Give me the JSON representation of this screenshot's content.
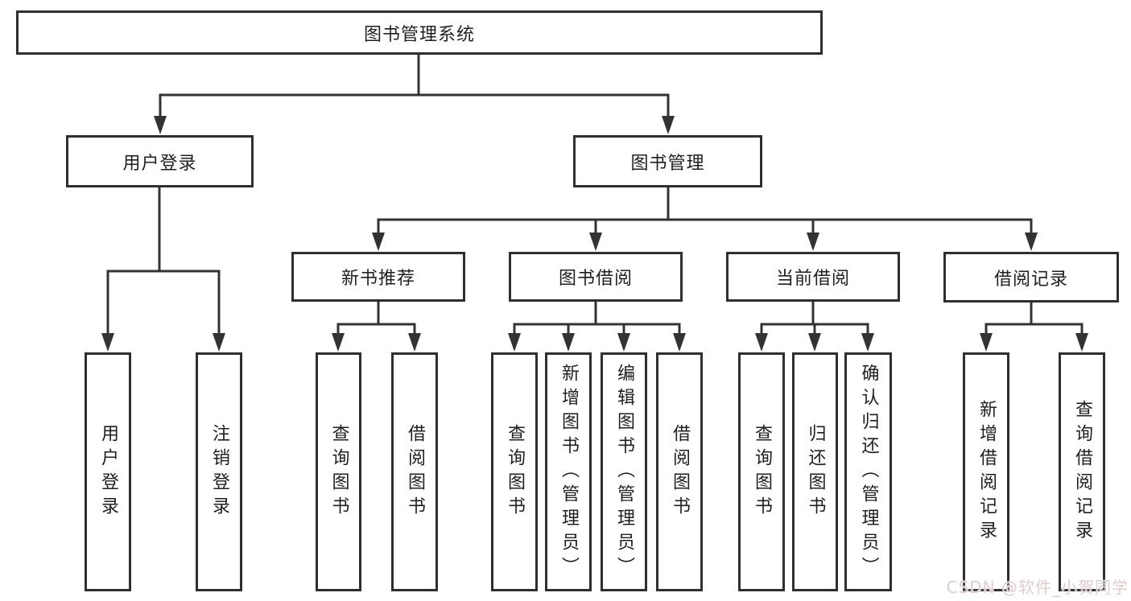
{
  "tree": {
    "root": {
      "label": "图书管理系统"
    },
    "user_login": {
      "label": "用户登录",
      "children": [
        {
          "label": "用户登录"
        },
        {
          "label": "注销登录"
        }
      ]
    },
    "book_mgmt": {
      "label": "图书管理"
    },
    "new_books": {
      "label": "新书推荐",
      "children": [
        {
          "label": "查询图书"
        },
        {
          "label": "借阅图书"
        }
      ]
    },
    "book_borrow": {
      "label": "图书借阅",
      "children": [
        {
          "label": "查询图书"
        },
        {
          "label": "新增图书（管理员）"
        },
        {
          "label": "编辑图书（管理员）"
        },
        {
          "label": "借阅图书"
        }
      ]
    },
    "current_borrow": {
      "label": "当前借阅",
      "children": [
        {
          "label": "查询图书"
        },
        {
          "label": "归还图书"
        },
        {
          "label": "确认归还（管理员）"
        }
      ]
    },
    "borrow_records": {
      "label": "借阅记录",
      "children": [
        {
          "label": "新增借阅记录"
        },
        {
          "label": "查询借阅记录"
        }
      ]
    }
  },
  "watermark": "CSDN @软件_小贺同学",
  "colors": {
    "line": "#333333",
    "box_border": "#2f2f2f",
    "text": "#1f1f1f",
    "watermark": "#e2cccc",
    "background": "#ffffff"
  }
}
